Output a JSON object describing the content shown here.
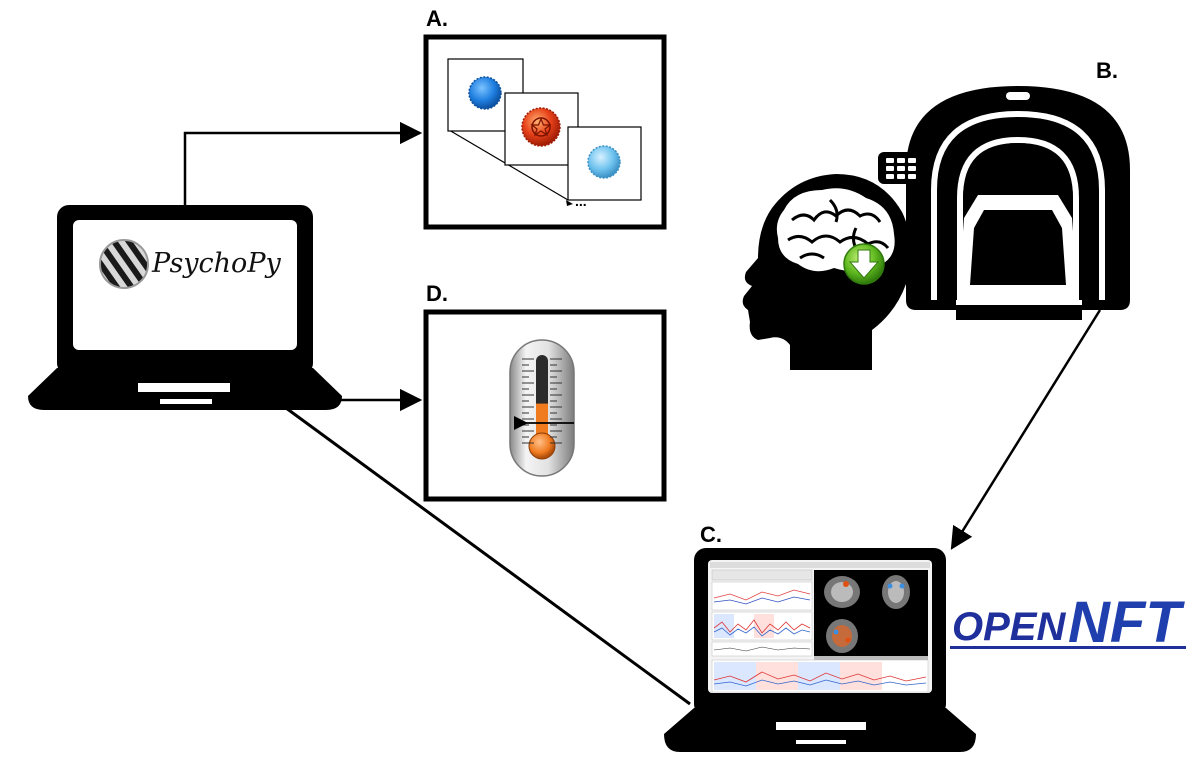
{
  "labels": {
    "a": "A.",
    "b": "B.",
    "c": "C.",
    "d": "D."
  },
  "psychopy": {
    "text": "PsychoPy"
  },
  "opennft": {
    "open": "OPEN",
    "nft": "NFT"
  },
  "stimuli": {
    "continuation": "..."
  },
  "colors": {
    "stroke": "#000000",
    "blue_cap": "#1f7fe0",
    "red_cap": "#e8421a",
    "light_blue_cap": "#6fc3ef",
    "thermo_fill": "#f07a1e",
    "brain_arrow": "#5fb81f",
    "opennft_blue": "#1f2f9c"
  },
  "thermometer": {
    "level": 0.46
  }
}
